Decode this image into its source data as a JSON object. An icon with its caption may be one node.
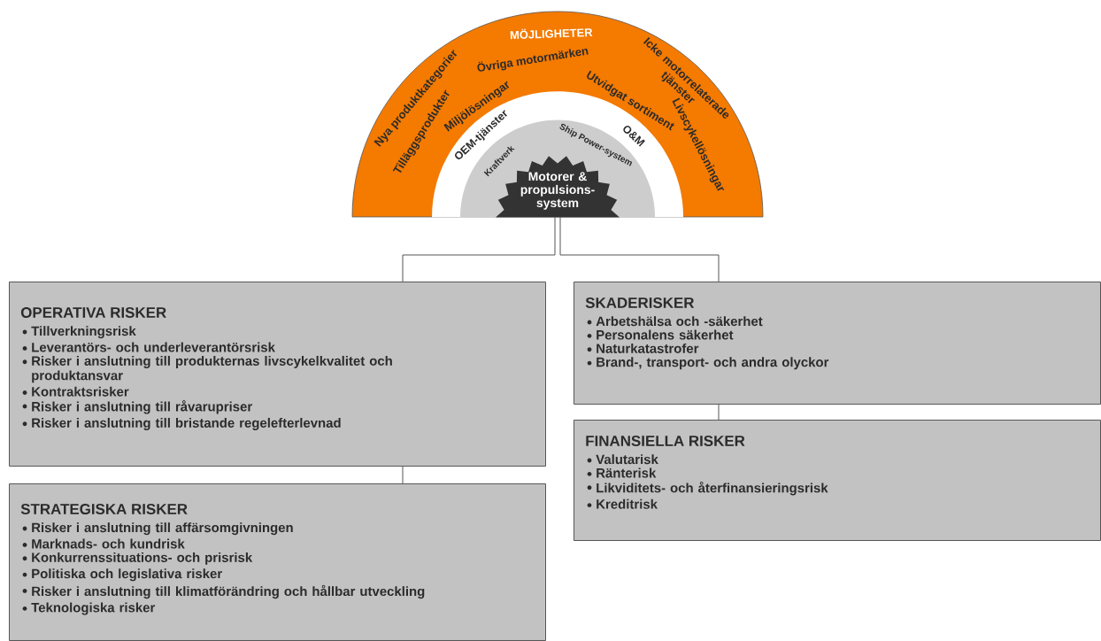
{
  "diagram": {
    "nodes": [
      {
        "text": [
          "MÖJLIGHETER",
          "Nya produktkategorier",
          "Icke motorrelaterade tjänster",
          "Tilläggsprodukter",
          "Övriga motormärken",
          "Livscykellösningar",
          "Miljölösningar",
          "Utvidgat sortiment"
        ]
      },
      {
        "text": [
          "OEM-tjänster",
          "O&M"
        ],
        "in": 0
      },
      {
        "text": [
          "Kraftverk",
          "Ship Power-system"
        ],
        "in": 1
      },
      {
        "text": [
          "Motorer & propulsions-system"
        ],
        "in": 2
      },
      {
        "text": [
          "OPERATIVA RISKER",
          "Tillverkningsrisk",
          "Leverantörs- och underleverantörsrisk",
          "Risker i anslutning till produkternas livscykelkvalitet och produktansvar",
          "Kontraktsrisker",
          "Risker i anslutning till råvarupriser",
          "Risker i anslutning till bristande regelefterlevnad"
        ]
      },
      {
        "text": [
          "SKADERISKER",
          "Arbetshälsa och -säkerhet",
          "Personalens säkerhet",
          "Naturkatastrofer",
          "Brand-, transport- och andra olyckor"
        ]
      },
      {
        "text": [
          "FINANSIELLA RISKER",
          "Valutarisk",
          "Ränterisk",
          "Likviditets- och återfinansieringsrisk",
          "Kreditrisk"
        ]
      },
      {
        "text": [
          "STRATEGISKA RISKER",
          "Risker i anslutning till affärsomgivningen",
          "Marknads- och kundrisk",
          "Konkurrenssituations- och prisrisk",
          "Politiska och legislativa risker",
          "Risker i anslutning till klimatförändring och hållbar utveckling",
          "Teknologiska risker"
        ]
      }
    ],
    "edges": [
      {
        "from": 0,
        "to": 4,
        "arrow": "none"
      },
      {
        "from": 0,
        "to": 5,
        "arrow": "none"
      },
      {
        "from": 5,
        "to": 6,
        "arrow": "none"
      },
      {
        "from": 4,
        "to": 7,
        "arrow": "none"
      }
    ]
  }
}
